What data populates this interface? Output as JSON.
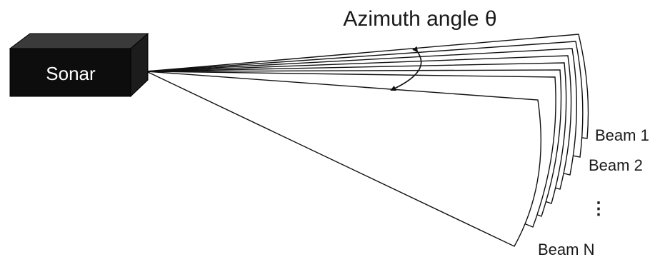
{
  "title": "Azimuth angle θ",
  "sonar_label": "Sonar",
  "beam_labels": [
    "Beam 1",
    "Beam 2",
    "Beam N"
  ],
  "ellipsis": "⋮",
  "colors": {
    "stroke": "#111111",
    "fill": "#ffffff",
    "sonar_body": "#0d0d0d",
    "sonar_top": "#3a3a3a"
  }
}
